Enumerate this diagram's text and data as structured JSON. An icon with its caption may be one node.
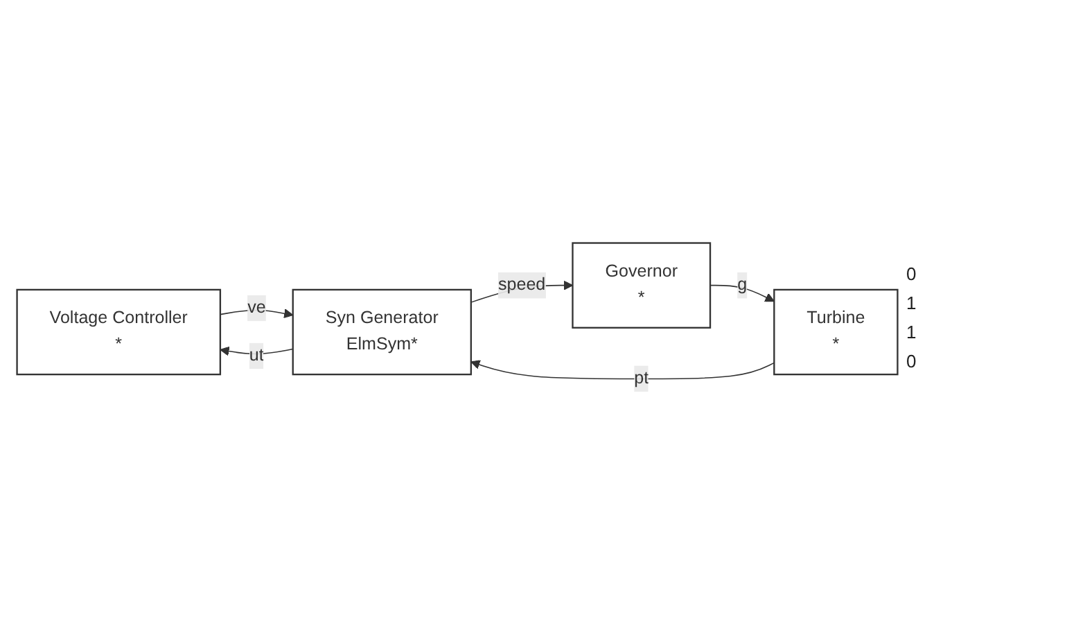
{
  "diagram": {
    "nodes": [
      {
        "text": [
          "Voltage Controller",
          "*"
        ]
      },
      {
        "text": [
          "Syn Generator",
          "ElmSym*"
        ]
      },
      {
        "text": [
          "Governor",
          "*"
        ]
      },
      {
        "text": [
          "Turbine",
          "*"
        ]
      }
    ],
    "edges": [
      {
        "from": 0,
        "to": 1,
        "arrow": "to",
        "label": "ve"
      },
      {
        "from": 2,
        "to": 3,
        "arrow": "to",
        "label": "g"
      },
      {
        "from": 3,
        "to": 1,
        "arrow": "to",
        "label": "pt"
      },
      {
        "from": 1,
        "to": 0,
        "arrow": "to",
        "label": "ut"
      },
      {
        "from": 1,
        "to": 2,
        "arrow": "to",
        "label": "speed"
      }
    ],
    "labels": [
      "0",
      "1",
      "1",
      "0"
    ]
  }
}
